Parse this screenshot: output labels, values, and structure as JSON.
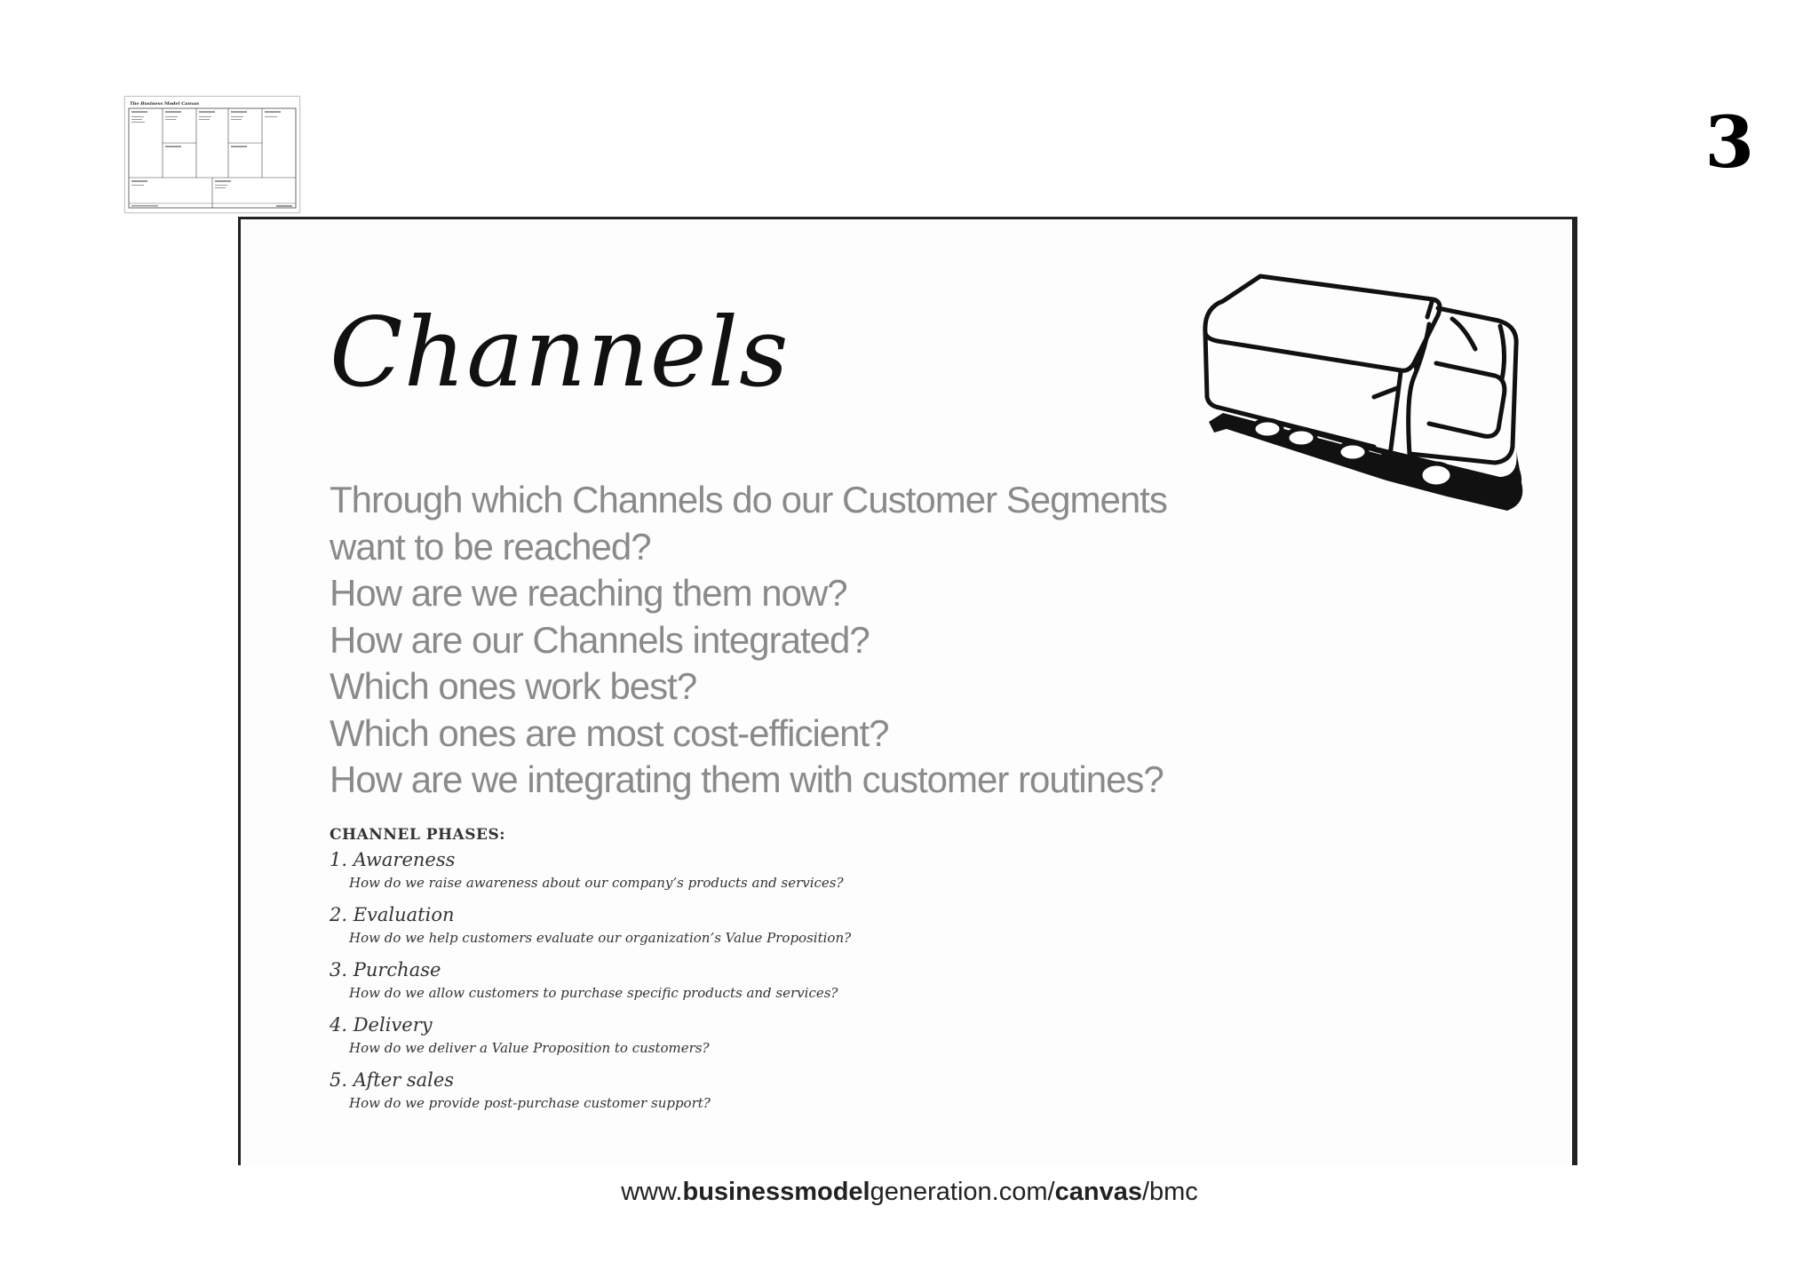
{
  "page_number": "3",
  "title": "Channels",
  "questions": [
    "Through which Channels do our Customer Segments",
    "want to be reached?",
    "How are we reaching them now?",
    "How are our Channels integrated?",
    "Which ones work best?",
    "Which ones are most cost-efficient?",
    "How are we integrating them with customer routines?"
  ],
  "phases_header": "CHANNEL PHASES:",
  "phases": [
    {
      "title": "1. Awareness",
      "question": "How do we raise awareness about our company’s products and services?"
    },
    {
      "title": "2. Evaluation",
      "question": "How do we help customers evaluate our organization’s Value Proposition?"
    },
    {
      "title": "3. Purchase",
      "question": "How do we allow customers to purchase specific products and services?"
    },
    {
      "title": "4. Delivery",
      "question": "How do we deliver a Value Proposition to customers?"
    },
    {
      "title": "5. After sales",
      "question": "How do we provide post-purchase customer support?"
    }
  ],
  "footer": {
    "p1": "www.",
    "p2": "businessmodel",
    "p3": "generation.com/",
    "p4": "canvas",
    "p5": "/bmc"
  },
  "thumbnail": {
    "title": "The Business Model Canvas",
    "icon": "business-model-canvas-thumbnail"
  },
  "illustration_icon": "truck-icon"
}
